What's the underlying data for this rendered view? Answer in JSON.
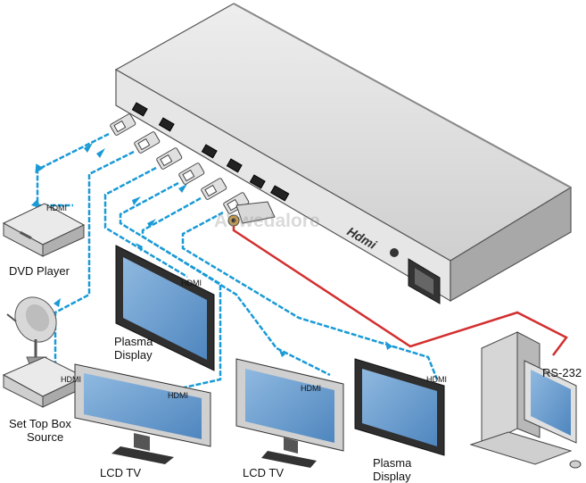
{
  "labels": {
    "dvd_player": "DVD Player",
    "set_top_box_line1": "Set Top Box",
    "set_top_box_line2": "Source",
    "plasma_top_line1": "Plasma",
    "plasma_top_line2": "Display",
    "lcd_tv_1": "LCD TV",
    "lcd_tv_2": "LCD TV",
    "plasma_bottom_line1": "Plasma",
    "plasma_bottom_line2": "Display",
    "rs232": "RS-232",
    "hdmi": "HDMI",
    "hdmi_logo": "Hdmi",
    "watermark": "AVwedalore"
  },
  "colors": {
    "hdmi_cable": "#1a9ad6",
    "rs232_cable": "#d32f2f",
    "device_body": "#d9d9d9",
    "screen": "#6a9ed0"
  }
}
